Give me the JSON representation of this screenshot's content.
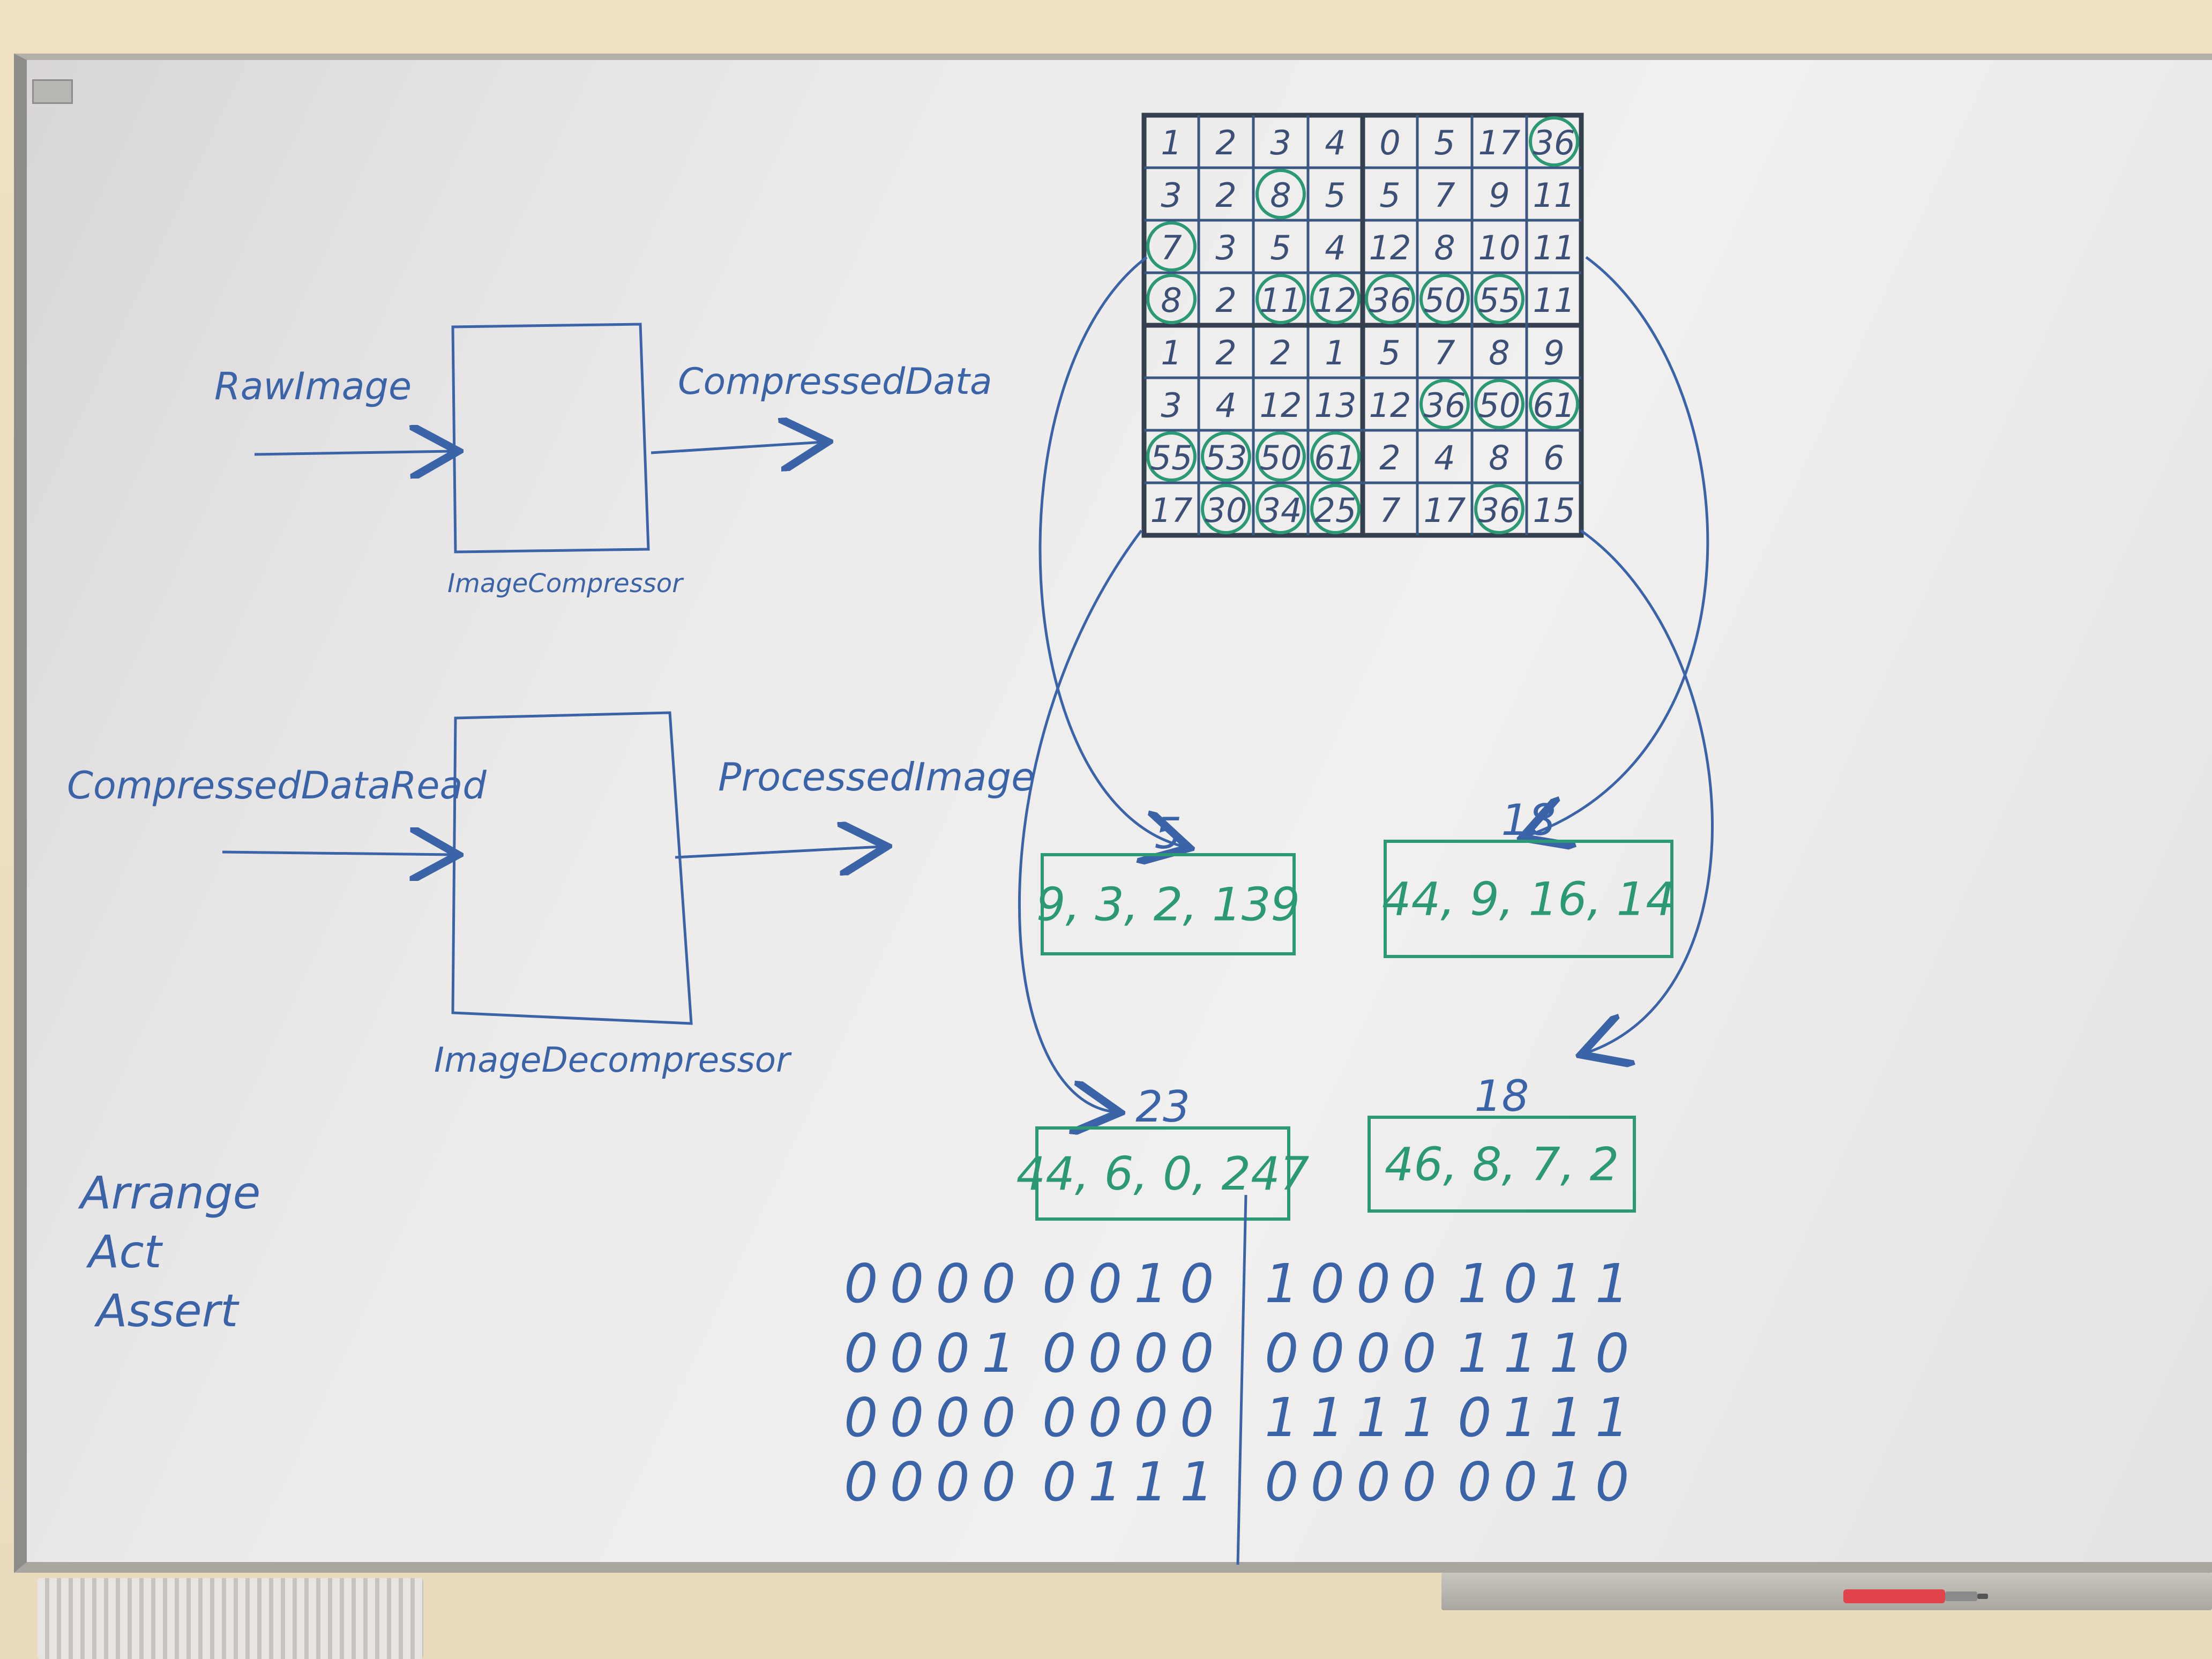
{
  "diagram": {
    "compressor": {
      "input_label": "RawImage",
      "output_label": "CompressedData",
      "box_label": "ImageCompressor"
    },
    "decompressor": {
      "input_label": "CompressedDataRead",
      "output_label": "ProcessedImage",
      "box_label": "ImageDecompressor"
    },
    "test_pattern": [
      "Arrange",
      "Act",
      "Assert"
    ],
    "grid": [
      [
        "1",
        "2",
        "3",
        "4",
        "0",
        "5",
        "17",
        "36"
      ],
      [
        "3",
        "2",
        "8",
        "5",
        "5",
        "7",
        "9",
        "11"
      ],
      [
        "7",
        "3",
        "5",
        "4",
        "12",
        "8",
        "10",
        "11"
      ],
      [
        "8",
        "2",
        "11",
        "12",
        "36",
        "50",
        "55",
        "11"
      ],
      [
        "1",
        "2",
        "2",
        "1",
        "5",
        "7",
        "8",
        "9"
      ],
      [
        "3",
        "4",
        "12",
        "13",
        "12",
        "36",
        "50",
        "61"
      ],
      [
        "55",
        "53",
        "50",
        "61",
        "2",
        "4",
        "8",
        "6"
      ],
      [
        "17",
        "30",
        "34",
        "25",
        "7",
        "17",
        "36",
        "15"
      ]
    ],
    "circled_cells": [
      [
        0,
        7
      ],
      [
        1,
        2
      ],
      [
        2,
        0
      ],
      [
        3,
        0
      ],
      [
        3,
        2
      ],
      [
        3,
        3
      ],
      [
        3,
        4
      ],
      [
        3,
        5
      ],
      [
        3,
        6
      ],
      [
        5,
        5
      ],
      [
        5,
        6
      ],
      [
        5,
        7
      ],
      [
        6,
        0
      ],
      [
        6,
        1
      ],
      [
        6,
        2
      ],
      [
        6,
        3
      ],
      [
        7,
        1
      ],
      [
        7,
        2
      ],
      [
        7,
        3
      ],
      [
        7,
        6
      ]
    ],
    "blocks": [
      {
        "count": "5",
        "values": "9, 3, 2, 139"
      },
      {
        "count": "18",
        "values": "44, 9, 16, 14"
      },
      {
        "count": "23",
        "values": "44, 6, 0, 247"
      },
      {
        "count": "18",
        "values": "46, 8, 7, 2"
      }
    ],
    "bit_rows": [
      [
        "0000",
        "0010",
        "1000",
        "1011"
      ],
      [
        "0001",
        "0000",
        "0000",
        "1110"
      ],
      [
        "0000",
        "0000",
        "1111",
        "0111"
      ],
      [
        "0000",
        "0111",
        "0000",
        "0010"
      ]
    ],
    "colors": {
      "blue_ink": "#3b63a8",
      "green_ink": "#2b9a74",
      "grid_ink": "#34404f",
      "marker_red": "#e0434a"
    }
  }
}
